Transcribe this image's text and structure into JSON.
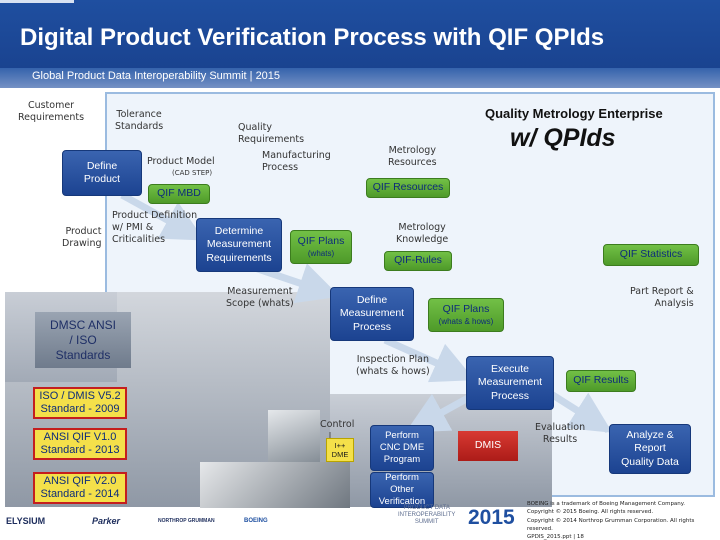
{
  "header": {
    "title": "Digital Product Verification Process with QIF QPIds",
    "subtitle": "Global Product Data Interoperability Summit | 2015"
  },
  "diagram": {
    "enterprise_title": "Quality Metrology Enterprise",
    "enterprise_subtitle": "w/ QPIds",
    "labels": {
      "customer_requirements": "Customer\nRequirements",
      "tolerance_standards": "Tolerance\nStandards",
      "quality_requirements": "Quality\nRequirements",
      "manufacturing_process": "Manufacturing\nProcess",
      "metrology_resources": "Metrology\nResources",
      "product_model": "Product Model",
      "cad_step": "(CAD STEP)",
      "product_definition": "Product Definition\nw/ PMI &\nCriticalities",
      "product_drawing": "Product\nDrawing",
      "metrology_knowledge": "Metrology\nKnowledge",
      "measurement_scope": "Measurement\nScope (whats)",
      "part_report": "Part Report &\nAnalysis",
      "inspection_plan": "Inspection Plan\n(whats & hows)",
      "control": "Control",
      "evaluation_results": "Evaluation\nResults"
    },
    "boxes": {
      "define_product": "Define\nProduct",
      "determine_requirements": "Determine\nMeasurement\nRequirements",
      "define_measurement_process": "Define\nMeasurement\nProcess",
      "execute_measurement_process": "Execute\nMeasurement\nProcess",
      "analyze_report": "Analyze &\nReport\nQuality Data",
      "perform_cnc_dme": "Perform\nCNC DME\nProgram",
      "perform_other": "Perform\nOther\nVerification"
    },
    "artifacts": {
      "qif_mbd": "QIF MBD",
      "qif_resources": "QIF Resources",
      "qif_plans_whats": "QIF Plans",
      "qif_plans_whats_sub": "(whats)",
      "qif_rules": "QIF-Rules",
      "qif_statistics": "QIF Statistics",
      "qif_plans_hows": "QIF Plans",
      "qif_plans_hows_sub": "(whats & hows)",
      "qif_results": "QIF Results",
      "dmis": "DMIS",
      "ipp_dme": "I++\nDME"
    },
    "standards": {
      "heading": "DMSC ANSI\n/ ISO\nStandards",
      "items": [
        "ISO / DMIS V5.2\nStandard - 2009",
        "ANSI QIF V1.0\nStandard - 2013",
        "ANSI QIF V2.0\nStandard - 2014"
      ]
    }
  },
  "footer": {
    "summit_logo_text": "PRODUCT DATA\nINTEROPERABILITY\nSUMMIT",
    "summit_year": "2015",
    "copyright": "BOEING is a trademark of Boeing Management Company.\nCopyright © 2015 Boeing. All rights reserved.\nCopyright © 2014 Northrop Grumman Corporation. All rights reserved.\nGPDIS_2015.ppt | 18",
    "logos": [
      "ELYSIUM",
      "Parker",
      "NORTHROP GRUMMAN",
      "BOEING"
    ]
  },
  "colors": {
    "banner": "#1f4fa0",
    "process_blue": "#1c4391",
    "artifact_green": "#4e9a29",
    "standard_yellow": "#f4e04a",
    "standard_border": "#c41e1e",
    "dmis_red": "#c02b25"
  }
}
